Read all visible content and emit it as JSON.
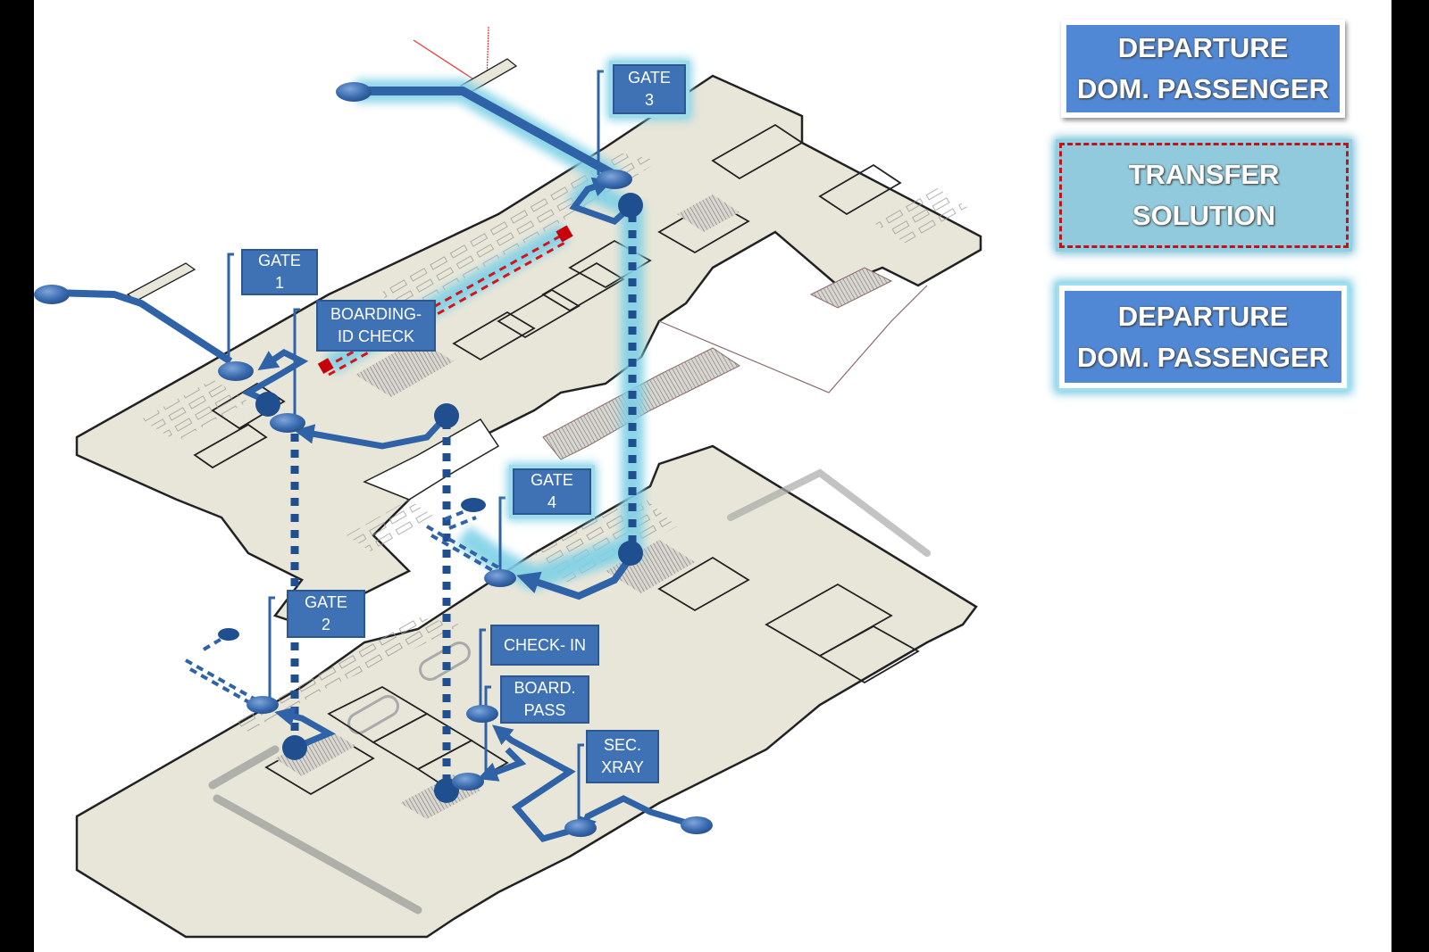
{
  "colors": {
    "route_blue": "#2f62a6",
    "route_dark": "#1f4f8e",
    "glow_cyan": "#7fd0e6",
    "transfer_red": "#d4141a",
    "floor_fill": "#e8e6d8",
    "wall": "#222222",
    "label_bg": "#3f72b5",
    "legend_blue": "#5088d6",
    "legend_transfer": "#90cadc"
  },
  "legend": [
    {
      "id": "departure-top",
      "lines": [
        "DEPARTURE",
        "DOM. PASSENGER"
      ],
      "style": "solid white border"
    },
    {
      "id": "transfer",
      "lines": [
        "TRANSFER",
        "SOLUTION"
      ],
      "style": "red dashed border, cyan glow"
    },
    {
      "id": "departure-bottom",
      "lines": [
        "DEPARTURE",
        "DOM. PASSENGER"
      ],
      "style": "white border, cyan glow"
    }
  ],
  "labels": {
    "gate1": {
      "lines": [
        "GATE",
        "1"
      ]
    },
    "gate2": {
      "lines": [
        "GATE",
        "2"
      ]
    },
    "gate3": {
      "lines": [
        "GATE",
        "3"
      ]
    },
    "gate4": {
      "lines": [
        "GATE",
        "4"
      ]
    },
    "boarding_id_check": {
      "lines": [
        "BOARDING-",
        "ID CHECK"
      ]
    },
    "check_in": {
      "lines": [
        "CHECK- IN"
      ]
    },
    "board_pass": {
      "lines": [
        "BOARD.",
        "PASS"
      ]
    },
    "sec_xray": {
      "lines": [
        "SEC.",
        "XRAY"
      ]
    }
  },
  "floors": [
    {
      "name": "upper-level",
      "description": "Departure / gate level floor plan"
    },
    {
      "name": "lower-level",
      "description": "Ground level with check-in, security and baggage"
    }
  ],
  "icons": {
    "pin": "ellipse-pin-marker",
    "node": "circle-node",
    "transfer_marker": "red-diamond"
  }
}
